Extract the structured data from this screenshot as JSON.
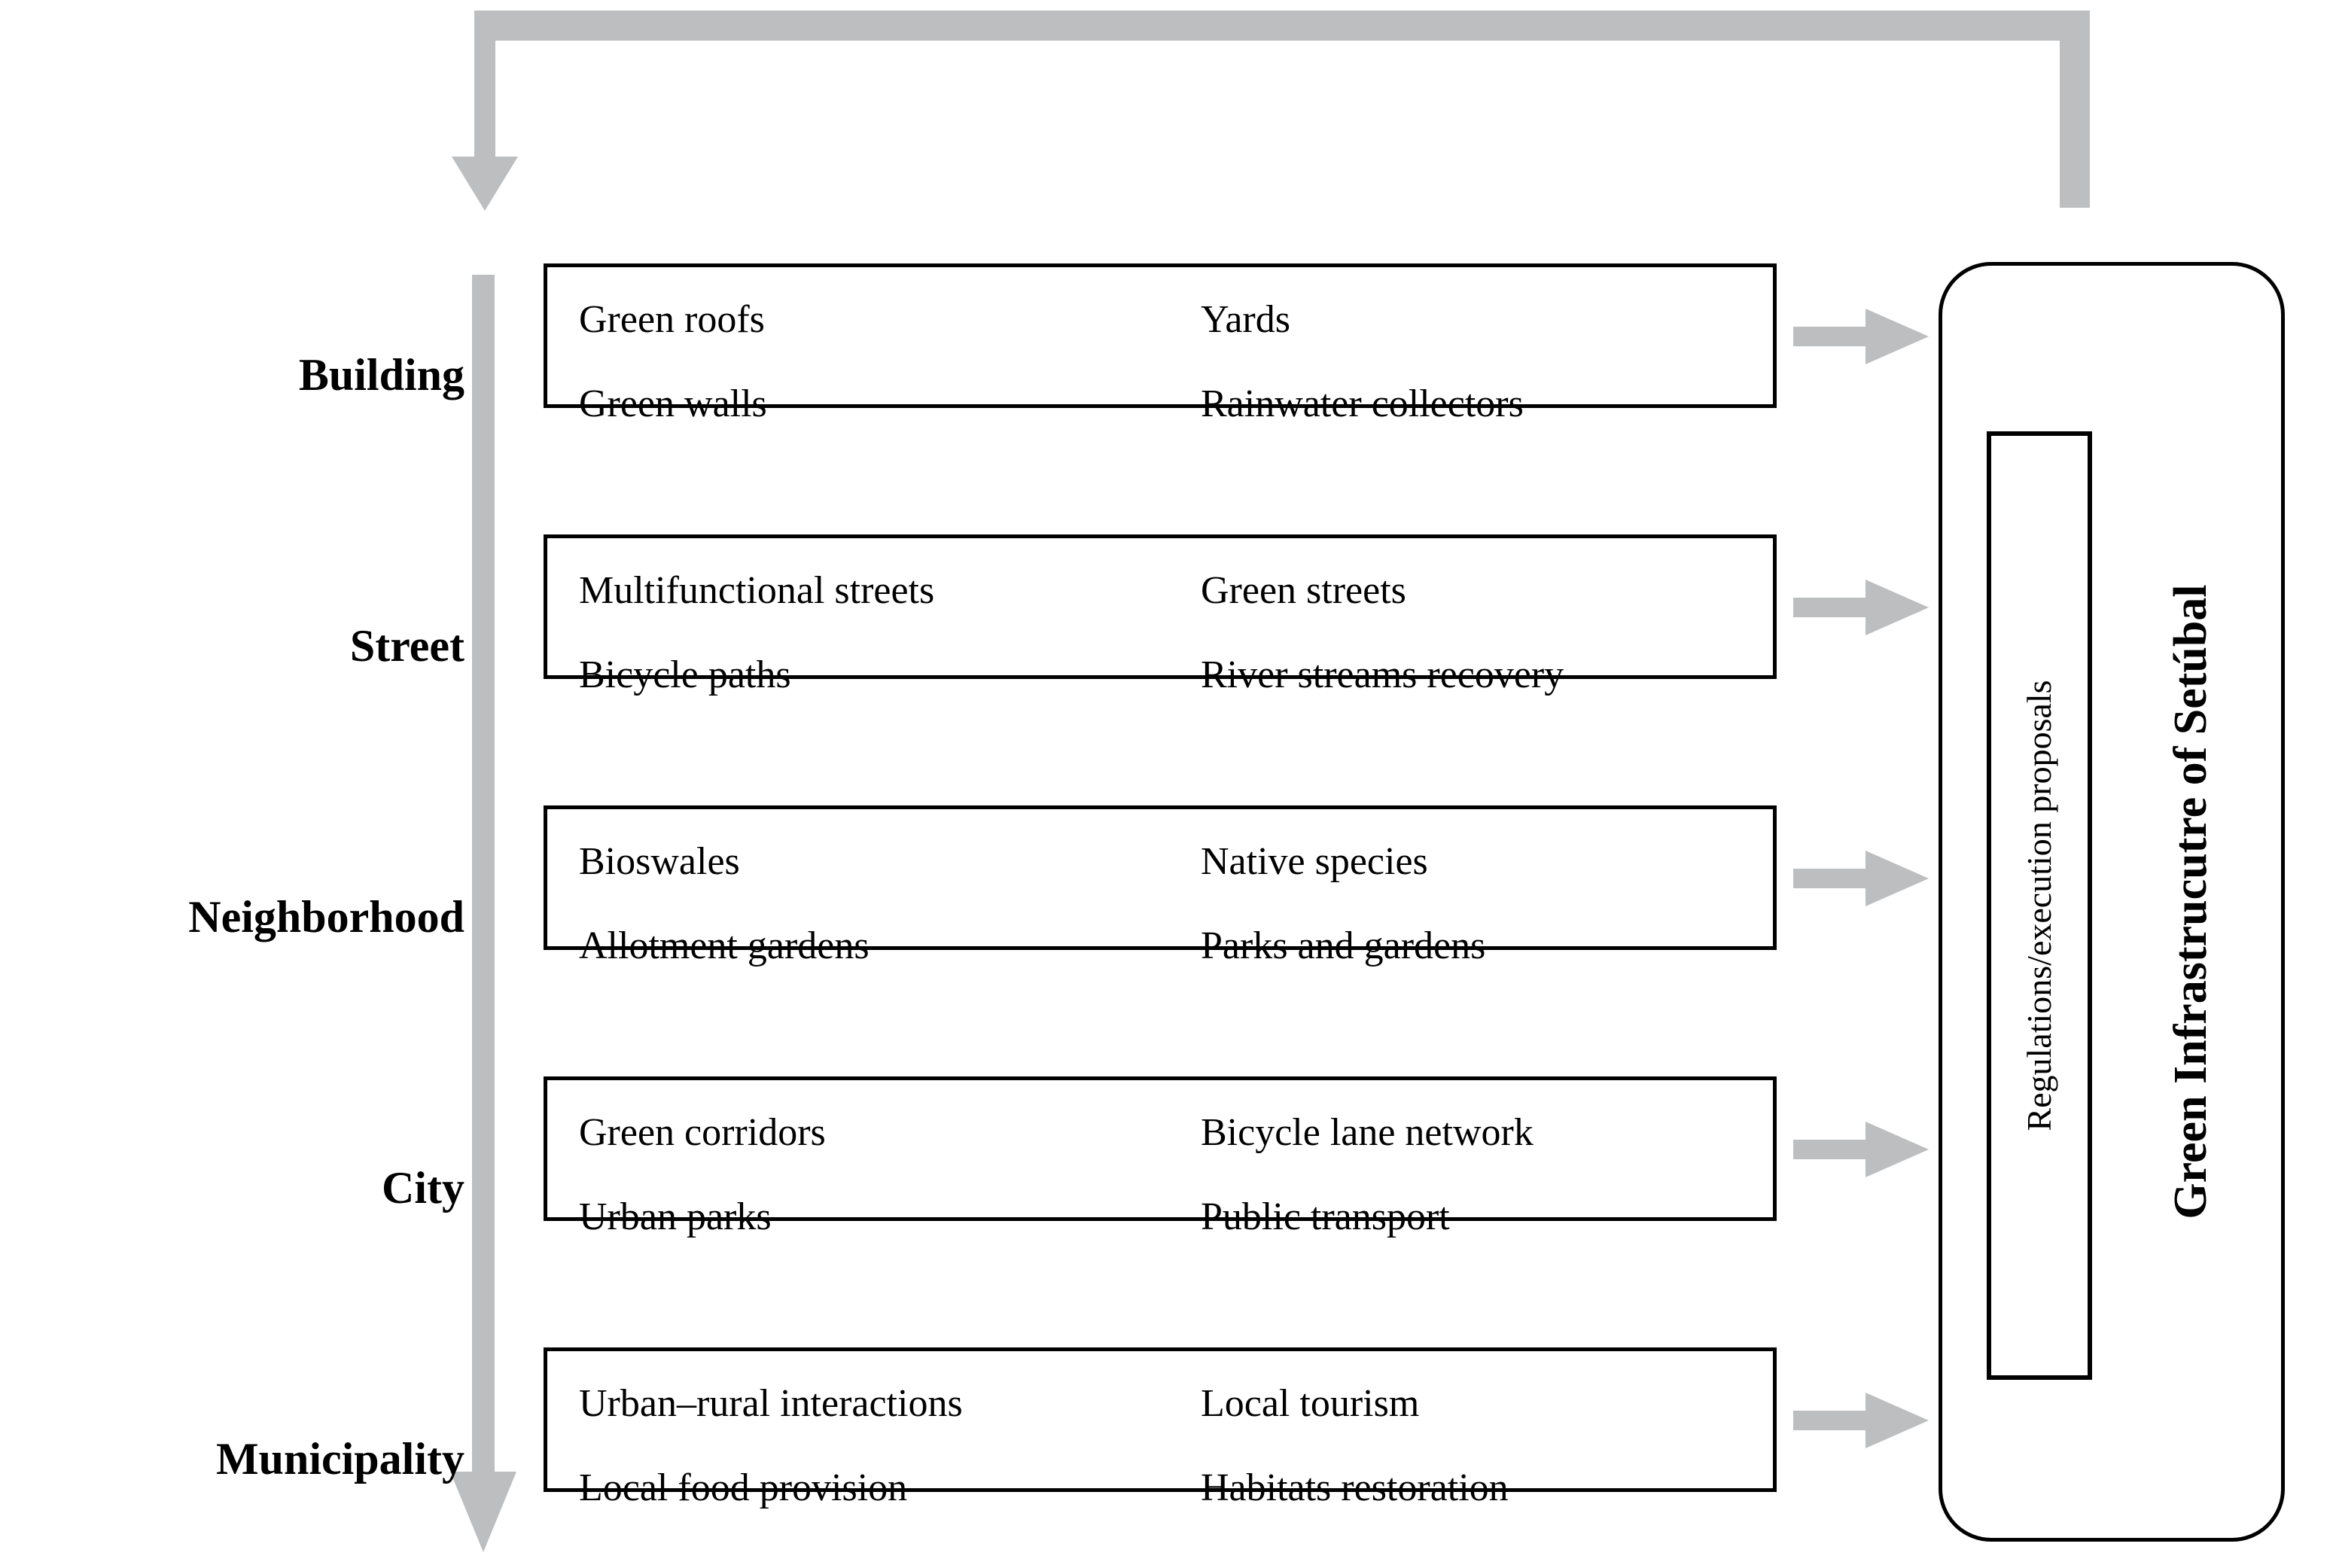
{
  "diagram": {
    "title": "Green Infrastructure of Setubal multiscale framework",
    "accent_gray": "#BCBEC0",
    "line_color": "#000000",
    "background": "#FFFFFF"
  },
  "scales": [
    {
      "label": "Building"
    },
    {
      "label": "Street"
    },
    {
      "label": "Neighborhood"
    },
    {
      "label": "City"
    },
    {
      "label": "Municipality"
    }
  ],
  "boxes": [
    {
      "scale": "Building",
      "items": [
        "Green roofs",
        "Yards",
        "Green walls",
        "Rainwater collectors"
      ]
    },
    {
      "scale": "Street",
      "items": [
        "Multifunctional streets",
        "Green streets",
        "Bicycle paths",
        "River streams recovery"
      ]
    },
    {
      "scale": "Neighborhood",
      "items": [
        "Bioswales",
        "Native species",
        "Allotment gardens",
        "Parks and gardens"
      ]
    },
    {
      "scale": "City",
      "items": [
        "Green corridors",
        "Bicycle lane network",
        "Urban parks",
        "Public transport"
      ]
    },
    {
      "scale": "Municipality",
      "items": [
        "Urban–rural interactions",
        "Local tourism",
        "Local food provision",
        "Habitats restoration"
      ]
    }
  ],
  "right_panel": {
    "inner_label": "Regulations/execution proposals",
    "main_label": "Green Infrastrucutre of Setúbal"
  },
  "arrows": {
    "scale_axis_name": "vertical-scale-arrow",
    "feedback_name": "feedback-loop-arrow",
    "row_arrow_name": "row-flow-arrow"
  }
}
